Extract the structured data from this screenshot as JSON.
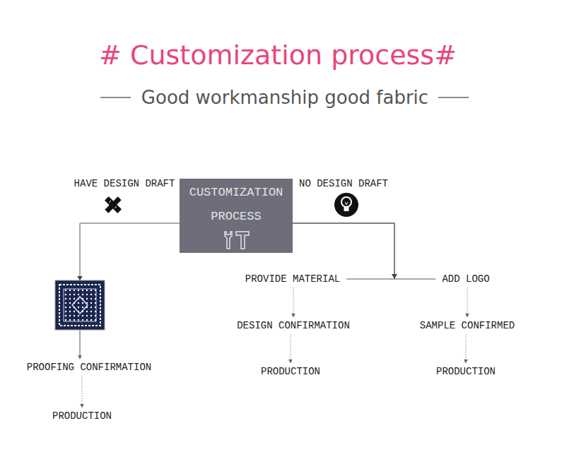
{
  "diagram": {
    "title": "# Customization process#",
    "nodes": [
      {
        "text": [
          "CUSTOMIZATION PROCESS"
        ]
      },
      {
        "text": [
          "PROOFING CONFIRMATION"
        ]
      },
      {
        "text": [
          "PRODUCTION"
        ]
      },
      {
        "text": [
          "PROVIDE MATERIAL"
        ]
      },
      {
        "text": [
          "DESIGN CONFIRMATION"
        ]
      },
      {
        "text": [
          "PRODUCTION"
        ]
      },
      {
        "text": [
          "ADD LOGO"
        ]
      },
      {
        "text": [
          "SAMPLE CONFIRMED"
        ]
      },
      {
        "text": [
          "PRODUCTION"
        ]
      }
    ],
    "edges": [
      {
        "from": 0,
        "to": 1,
        "arrow": "to"
      },
      {
        "from": 1,
        "to": 2,
        "arrow": "to"
      },
      {
        "from": 0,
        "to": 3,
        "arrow": "none"
      },
      {
        "from": 0,
        "to": 6,
        "arrow": "none"
      },
      {
        "from": 3,
        "to": 4,
        "arrow": "to"
      },
      {
        "from": 4,
        "to": 5,
        "arrow": "to"
      },
      {
        "from": 6,
        "to": 7,
        "arrow": "to"
      },
      {
        "from": 7,
        "to": 8,
        "arrow": "to"
      }
    ],
    "labels": [
      "Good workmanship good fabric",
      "HAVE DESIGN DRAFT",
      "NO DESIGN DRAFT"
    ]
  }
}
